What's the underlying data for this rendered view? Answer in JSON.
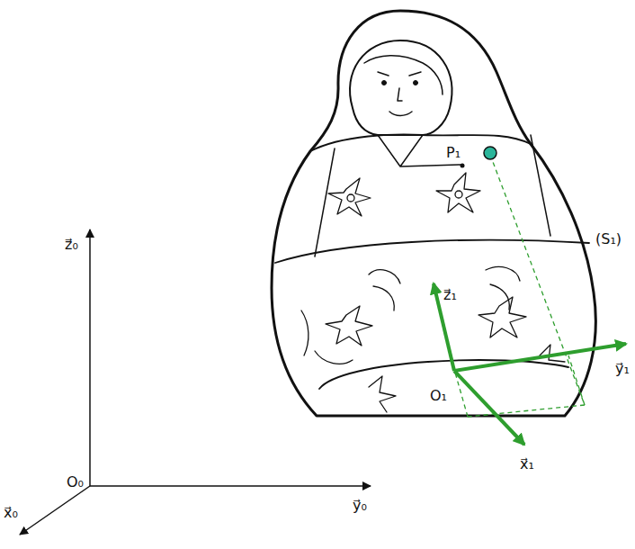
{
  "diagram": {
    "labels": [
      "z⃗₀",
      "O₀",
      "y⃗₀",
      "x⃗₀",
      "P₁",
      "(S₁)",
      "z⃗₁",
      "y⃗₁",
      "O₁",
      "x⃗₁"
    ]
  }
}
